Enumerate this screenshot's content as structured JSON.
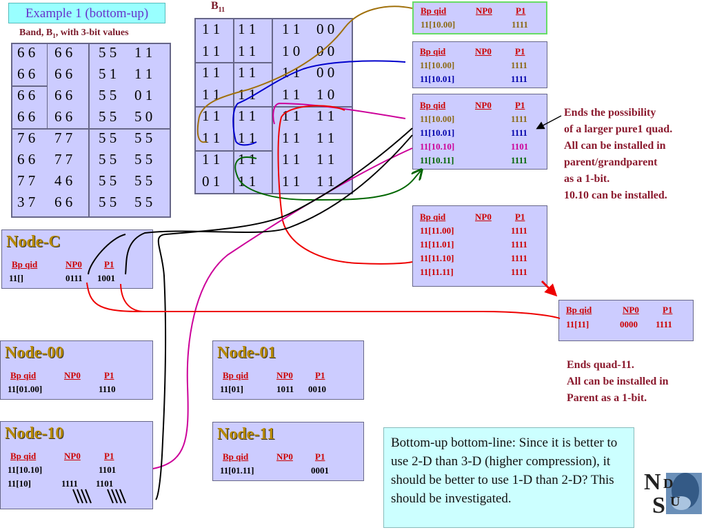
{
  "title": "Example 1 (bottom-up)",
  "band_label": "Band, B",
  "band_sub": "1",
  "band_suffix": ",  with 3-bit values",
  "b11_label": "B",
  "b11_sub": "11",
  "left_grid": {
    "rows": [
      [
        "6 6",
        "6 6",
        "5 5",
        "1 1"
      ],
      [
        "6 6",
        "6 6",
        "5 1",
        "1 1"
      ],
      [
        "6 6",
        "6 6",
        "5 5",
        "0 1"
      ],
      [
        "6 6",
        "6 6",
        "5 5",
        "5 0"
      ],
      [
        "7 6",
        "7 7",
        "5 5",
        "5 5"
      ],
      [
        "6 6",
        "7 7",
        "5 5",
        "5 5"
      ],
      [
        "7 7",
        "4 6",
        "5 5",
        "5 5"
      ],
      [
        "3 7",
        "6 6",
        "5 5",
        "5 5"
      ]
    ]
  },
  "b11_grid": {
    "rows": [
      [
        "1 1",
        "1 1",
        "1 1",
        "0 0"
      ],
      [
        "1 1",
        "1 1",
        "1 0",
        "0 0"
      ],
      [
        "1 1",
        "1 1",
        "1 1",
        "0 0"
      ],
      [
        "1 1",
        "1 1",
        "1 1",
        "1 0"
      ],
      [
        "1 1",
        "1 1",
        "1 1",
        "1 1"
      ],
      [
        "1 1",
        "1 1",
        "1 1",
        "1 1"
      ],
      [
        "1 1",
        "1 1",
        "1 1",
        "1 1"
      ],
      [
        "0 1",
        "1 1",
        "1 1",
        "1 1"
      ]
    ]
  },
  "headers": {
    "bpqid": "Bp qid",
    "np0": "NP0",
    "p1": "P1"
  },
  "box1": {
    "rows": [
      {
        "qid": "11[10.00]",
        "p1": "1111",
        "color": "#8b6914"
      }
    ]
  },
  "box2": {
    "rows": [
      {
        "qid": "11[10.00]",
        "p1": "1111",
        "color": "#8b6914"
      },
      {
        "qid": "11[10.01]",
        "p1": "1111",
        "color": "#0000aa"
      }
    ]
  },
  "box3": {
    "rows": [
      {
        "qid": "11[10.00]",
        "p1": "1111",
        "color": "#8b6914"
      },
      {
        "qid": "11[10.01]",
        "p1": "1111",
        "color": "#0000aa"
      },
      {
        "qid": "11[10.10]",
        "p1": "1101",
        "color": "#cc0099"
      },
      {
        "qid": "11[10.11]",
        "p1": "1111",
        "color": "#006600"
      }
    ]
  },
  "box4": {
    "rows": [
      {
        "qid": "11[11.00]",
        "p1": "1111",
        "color": "#cc0000"
      },
      {
        "qid": "11[11.01]",
        "p1": "1111",
        "color": "#cc0000"
      },
      {
        "qid": "11[11.10]",
        "p1": "1111",
        "color": "#cc0000"
      },
      {
        "qid": "11[11.11]",
        "p1": "1111",
        "color": "#cc0000"
      }
    ]
  },
  "box5": {
    "qid": "11[11]",
    "np0": "0000",
    "p1": "1111"
  },
  "note_right": [
    "Ends the possibility",
    "of a larger pure1 quad.",
    "All can be installed in",
    "parent/grandparent",
    "as a 1-bit.",
    "10.10 can be installed."
  ],
  "note_quad": [
    "Ends quad-11.",
    "All can be installed in",
    "Parent as a 1-bit."
  ],
  "node_c": {
    "title": "Node-C",
    "qid": "11[]",
    "np0": "0111",
    "p1": "1001"
  },
  "node_00": {
    "title": "Node-00",
    "qid": "11[01.00]",
    "p1": "1110"
  },
  "node_01": {
    "title": "Node-01",
    "qid": "11[01]",
    "np0": "1011",
    "p1": "0010"
  },
  "node_10": {
    "title": "Node-10",
    "row1": {
      "qid": "11[10.10]",
      "p1": "1101"
    },
    "row2": {
      "qid": "11[10]",
      "np0": "1111",
      "p1": "1101"
    }
  },
  "node_11": {
    "title": "Node-11",
    "qid": "11[01.11]",
    "p1": "0001"
  },
  "bottom_note": "Bottom-up bottom-line:  Since it is better to use 2-D than 3-D (higher compression), it should be better to use 1-D than 2-D?  This should be investigated.",
  "logo": {
    "text": "NDSU"
  }
}
